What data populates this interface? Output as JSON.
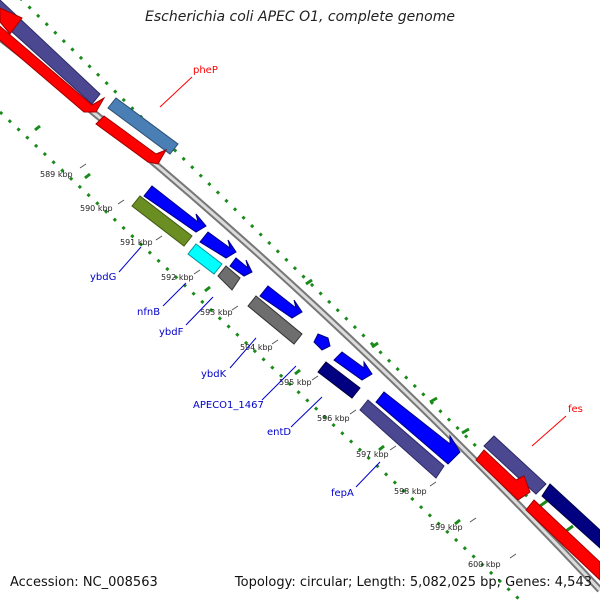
{
  "title": "Escherichia coli APEC O1, complete genome",
  "accession_text": "Accession: NC_008563",
  "summary_text": "Topology: circular; Length: 5,082,025 bp; Genes: 4,543",
  "kbp_labels": [
    "589 kbp",
    "590 kbp",
    "591 kbp",
    "592 kbp",
    "593 kbp",
    "594 kbp",
    "595 kbp",
    "596 kbp",
    "597 kbp",
    "598 kbp",
    "599 kbp",
    "600 kbp"
  ],
  "gene_labels": {
    "pheP": "pheP",
    "fes": "fes",
    "ybdG": "ybdG",
    "nfnB": "nfnB",
    "ybdF": "ybdF",
    "ybdK": "ybdK",
    "APECO1_1467": "APECO1_1467",
    "entD": "entD",
    "fepA": "fepA"
  },
  "colors": {
    "forward_cds": "#0000ff",
    "reverse_cds": "#ff0000",
    "gene_slate": "#4b4791",
    "gene_steel": "#4a7fb5",
    "gene_olive": "#6b8e23",
    "gene_cyan": "#00ffff",
    "gene_gray": "#6e6e6e",
    "gene_navy": "#000080",
    "backbone": "#888888",
    "gc_ticks": "#1a8a1a",
    "label_forward": "#0000cc",
    "label_reverse": "#ff0000"
  }
}
